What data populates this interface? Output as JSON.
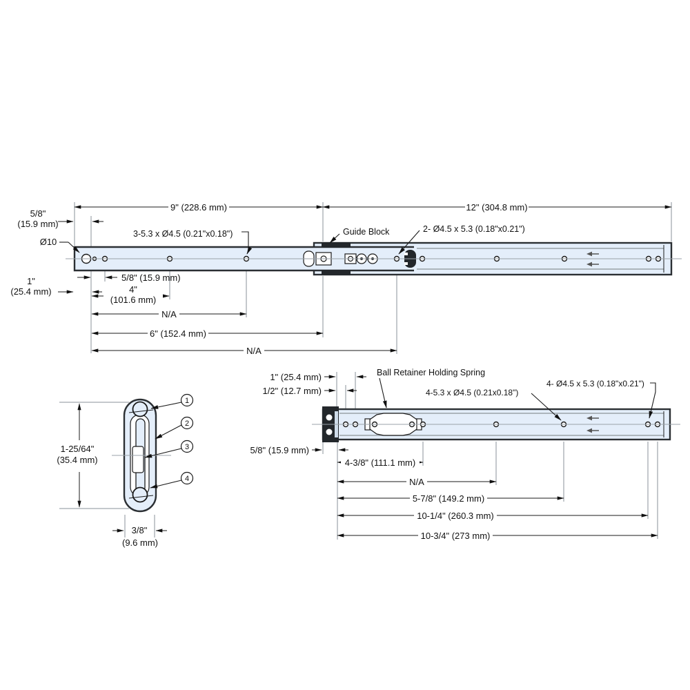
{
  "colors": {
    "rail_fill": "#e4eefa",
    "line": "#1a1a1a",
    "extension": "#8a9199"
  },
  "top_view": {
    "dim_9": "9\" (228.6 mm)",
    "dim_12": "12\" (304.8 mm)",
    "dim_58_line1": "5/8\"",
    "dim_58_line2": "(15.9 mm)",
    "label_d10": "Ø10",
    "dim_1_line1": "1\"",
    "dim_1_line2": "(25.4 mm)",
    "label_holes_inner": "3-5.3 x Ø4.5 (0.21\"x0.18\")",
    "label_guide_block": "Guide Block",
    "label_holes_outer": "2- Ø4.5 x 5.3 (0.18\"x0.21\")",
    "chain_58": "5/8\" (15.9 mm)",
    "chain_4_line1": "4\"",
    "chain_4_line2": "(101.6 mm)",
    "chain_na1": "N/A",
    "chain_6": "6\" (152.4 mm)",
    "chain_na2": "N/A"
  },
  "cross_section": {
    "dim_height_line1": "1-25/64\"",
    "dim_height_line2": "(35.4 mm)",
    "dim_width_line1": "3/8\"",
    "dim_width_line2": "(9.6 mm)",
    "callouts": [
      "1",
      "2",
      "3",
      "4"
    ]
  },
  "closed_view": {
    "dim_1": "1\" (25.4 mm)",
    "dim_half": "1/2\" (12.7 mm)",
    "label_spring": "Ball Retainer Holding Spring",
    "label_holes_top": "4-5.3 x Ø4.5 (0.21x0.18\")",
    "label_holes_side": "4- Ø4.5 x 5.3 (0.18\"x0.21\")",
    "dim_58": "5/8\" (15.9 mm)",
    "chain_438": "4-3/8\" (111.1 mm)",
    "chain_na": "N/A",
    "chain_578": "5-7/8\" (149.2 mm)",
    "chain_1014": "10-1/4\" (260.3 mm)",
    "chain_1034": "10-3/4\" (273 mm)"
  }
}
